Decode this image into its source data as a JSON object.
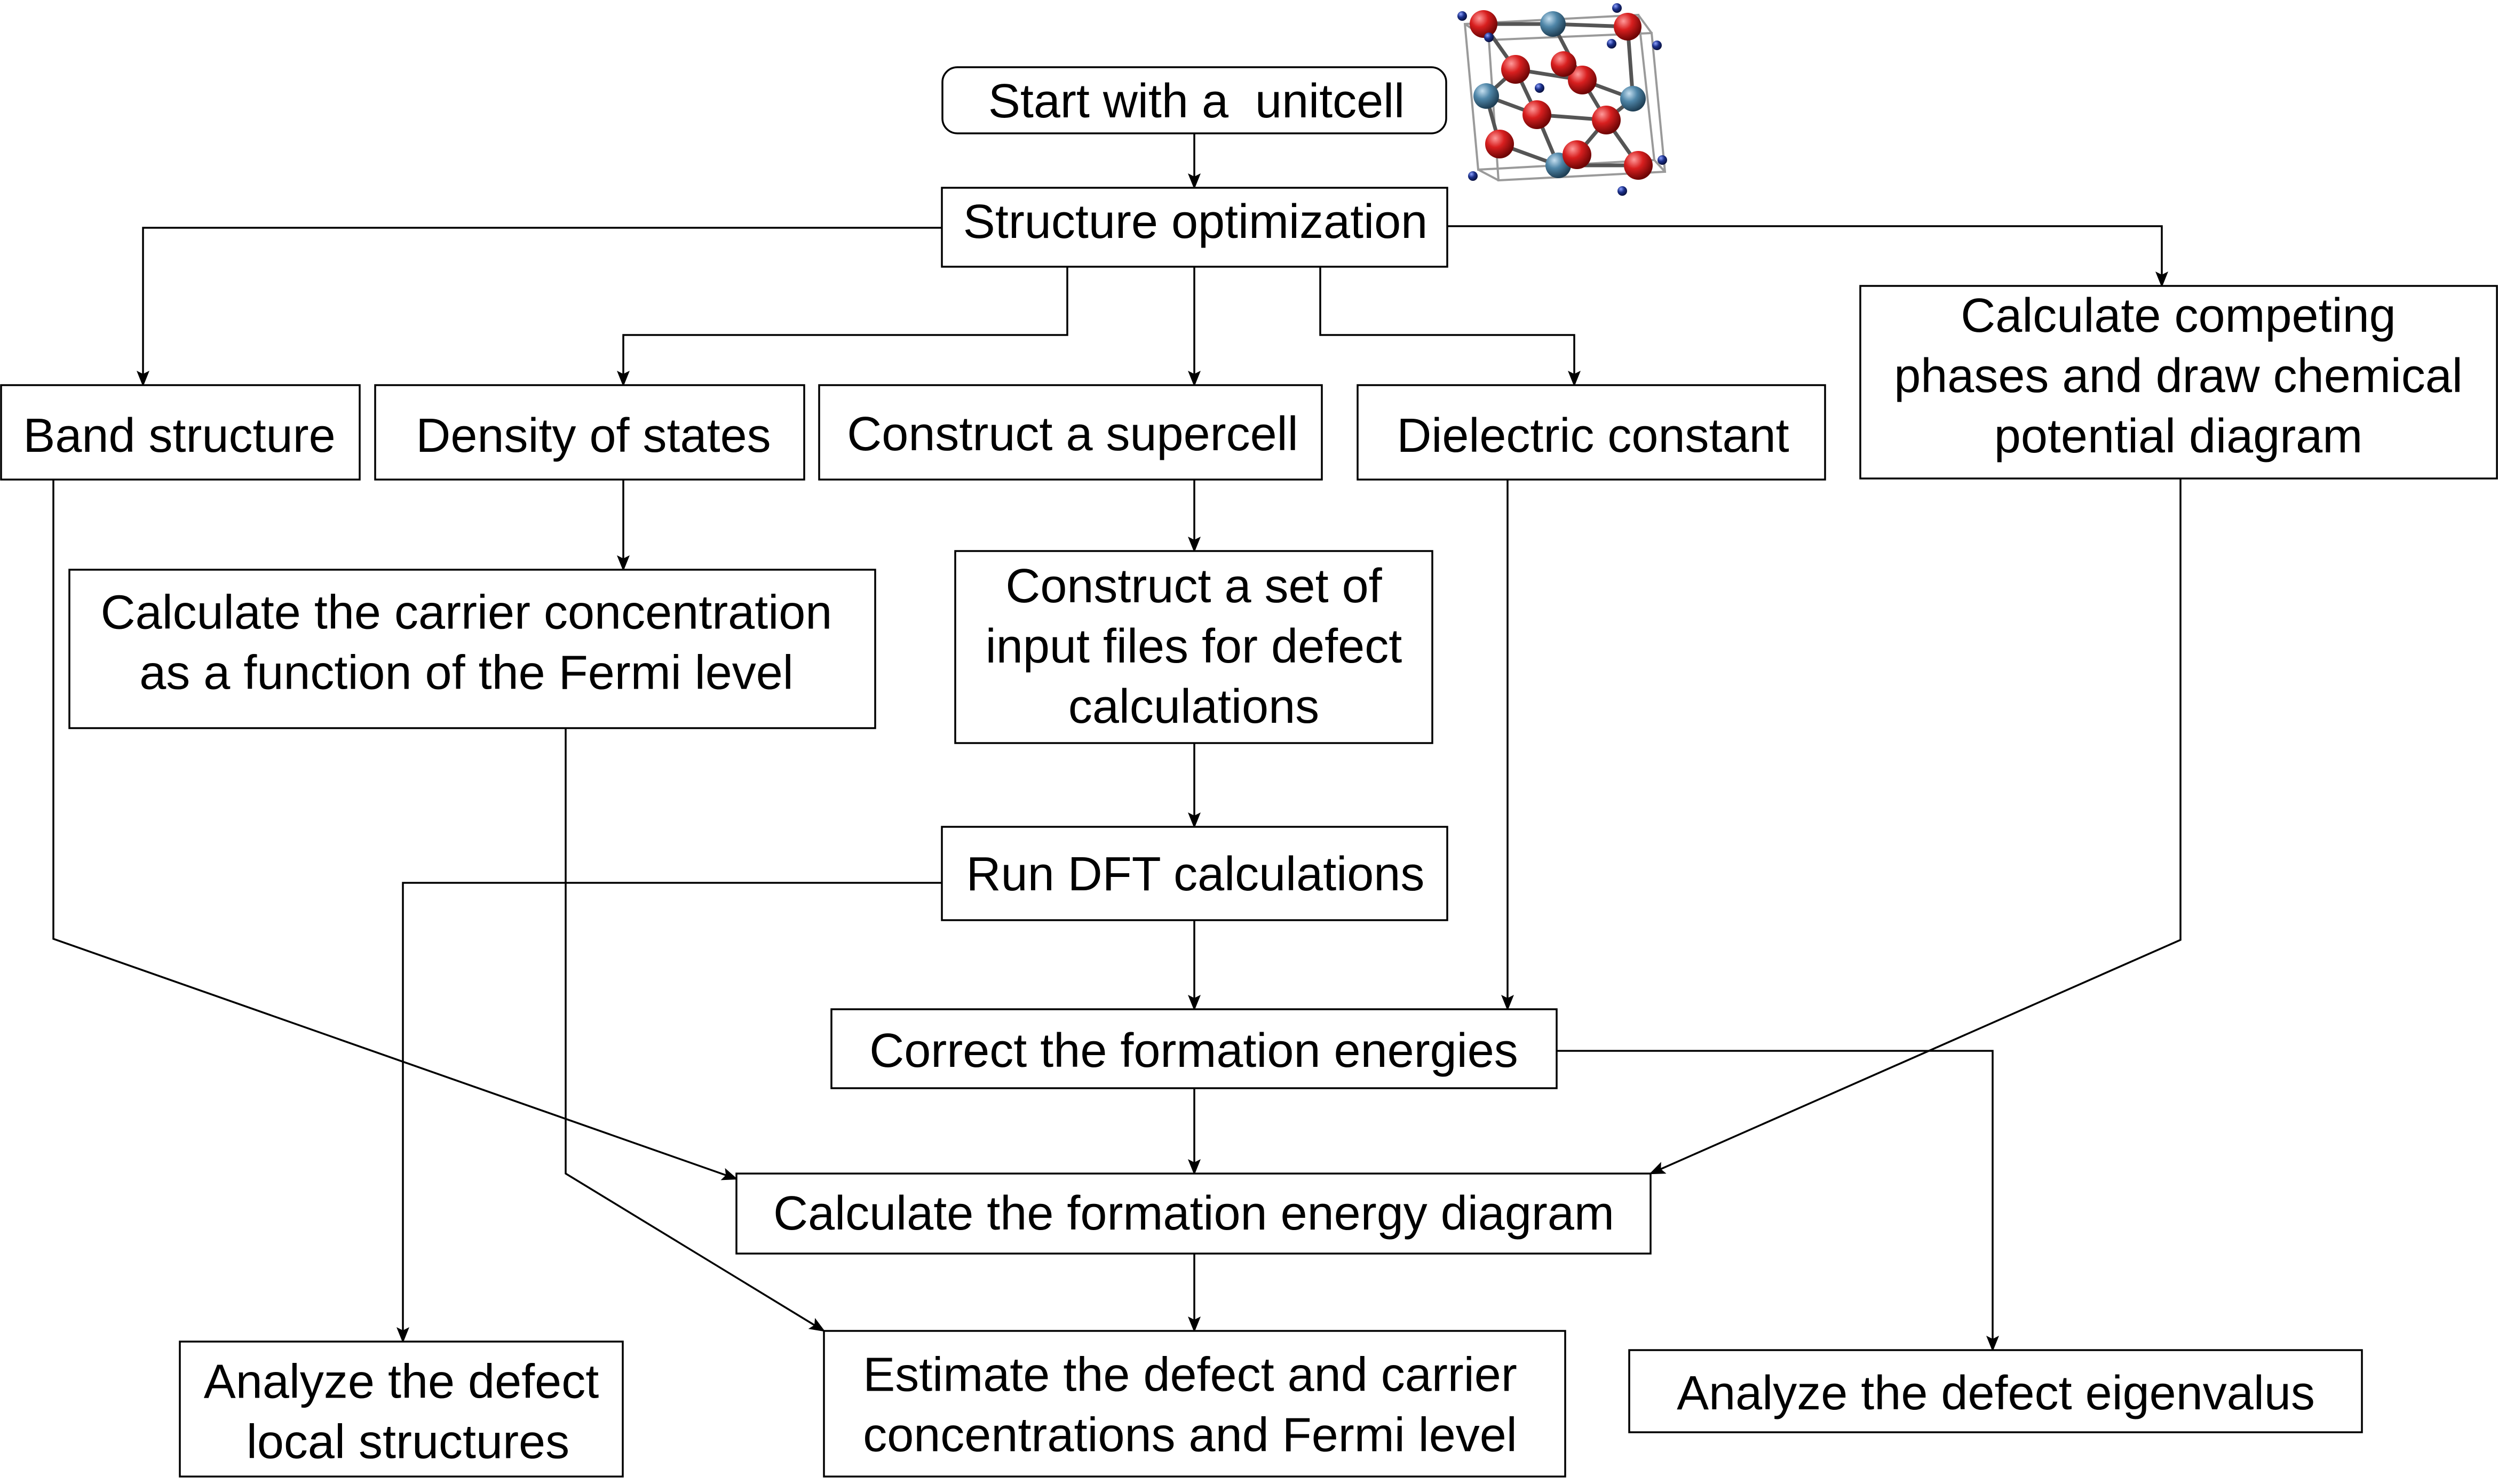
{
  "nodes": {
    "start": {
      "lines": [
        "Start with a  unitcell"
      ]
    },
    "optimize": {
      "lines": [
        "Structure optimization"
      ]
    },
    "band": {
      "lines": [
        "Band structure"
      ]
    },
    "dos": {
      "lines": [
        "Density of states"
      ]
    },
    "supercell": {
      "lines": [
        "Construct a supercell"
      ]
    },
    "dielectric": {
      "lines": [
        "Dielectric constant"
      ]
    },
    "competing": {
      "lines": [
        "Calculate competing",
        "phases and draw chemical",
        "potential diagram"
      ]
    },
    "carrier": {
      "lines": [
        "Calculate the carrier concentration",
        "as a function of the Fermi level"
      ]
    },
    "inputs": {
      "lines": [
        "Construct a set of",
        "input files for defect",
        "calculations"
      ]
    },
    "dft": {
      "lines": [
        "Run DFT calculations"
      ]
    },
    "correct": {
      "lines": [
        "Correct the formation energies"
      ]
    },
    "formation": {
      "lines": [
        "Calculate the formation energy diagram"
      ]
    },
    "local": {
      "lines": [
        "Analyze the defect",
        " local structures"
      ]
    },
    "estimate": {
      "lines": [
        "Estimate the defect and carrier",
        "concentrations and Fermi level"
      ]
    },
    "eigen": {
      "lines": [
        "Analyze the defect eigenvalus"
      ]
    }
  },
  "edges": [
    {
      "from": "start",
      "to": "optimize"
    },
    {
      "from": "optimize",
      "to": "band"
    },
    {
      "from": "optimize",
      "to": "dos"
    },
    {
      "from": "optimize",
      "to": "supercell"
    },
    {
      "from": "optimize",
      "to": "dielectric"
    },
    {
      "from": "optimize",
      "to": "competing"
    },
    {
      "from": "dos",
      "to": "carrier"
    },
    {
      "from": "supercell",
      "to": "inputs"
    },
    {
      "from": "inputs",
      "to": "dft"
    },
    {
      "from": "dft",
      "to": "correct"
    },
    {
      "from": "dft",
      "to": "local"
    },
    {
      "from": "dielectric",
      "to": "correct"
    },
    {
      "from": "band",
      "to": "formation"
    },
    {
      "from": "competing",
      "to": "formation"
    },
    {
      "from": "correct",
      "to": "formation"
    },
    {
      "from": "correct",
      "to": "eigen"
    },
    {
      "from": "carrier",
      "to": "estimate"
    },
    {
      "from": "formation",
      "to": "estimate"
    }
  ],
  "crystal_image": {
    "icon": "crystal-structure-icon",
    "atom_colors": [
      "#cc1a1a",
      "#4f86a8",
      "#1a2f8a"
    ]
  }
}
